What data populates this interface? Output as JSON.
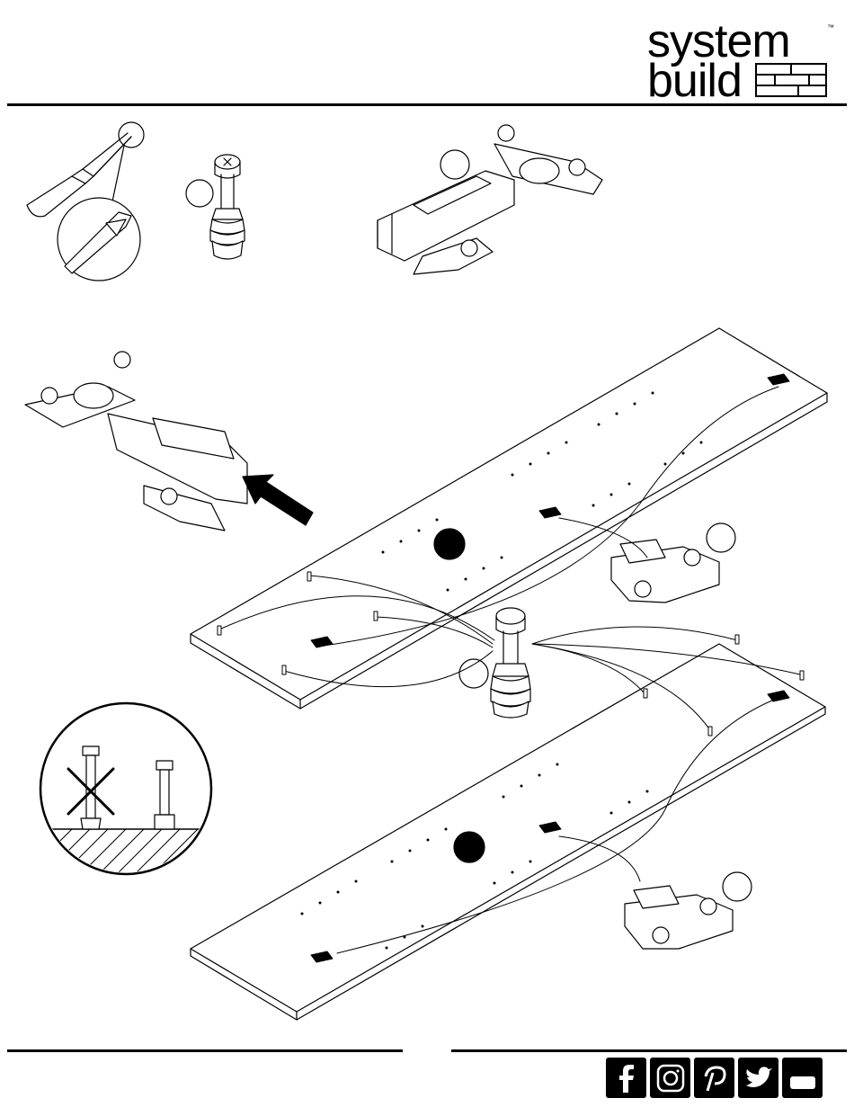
{
  "header": {
    "logo": {
      "line1": "system",
      "line2": "build",
      "trademark": "™"
    }
  },
  "illustration": {
    "tools": [
      "phillips-screwdriver",
      "cam-dowel",
      "concealed-hinge"
    ],
    "panels": 2,
    "dowels_per_panel": 4,
    "hinge_plates_per_panel": 3
  },
  "footer": {
    "social_icons": [
      "facebook-icon",
      "instagram-icon",
      "pinterest-icon",
      "twitter-icon",
      "youtube-icon"
    ]
  },
  "colors": {
    "ink": "#000000",
    "paper": "#ffffff"
  }
}
